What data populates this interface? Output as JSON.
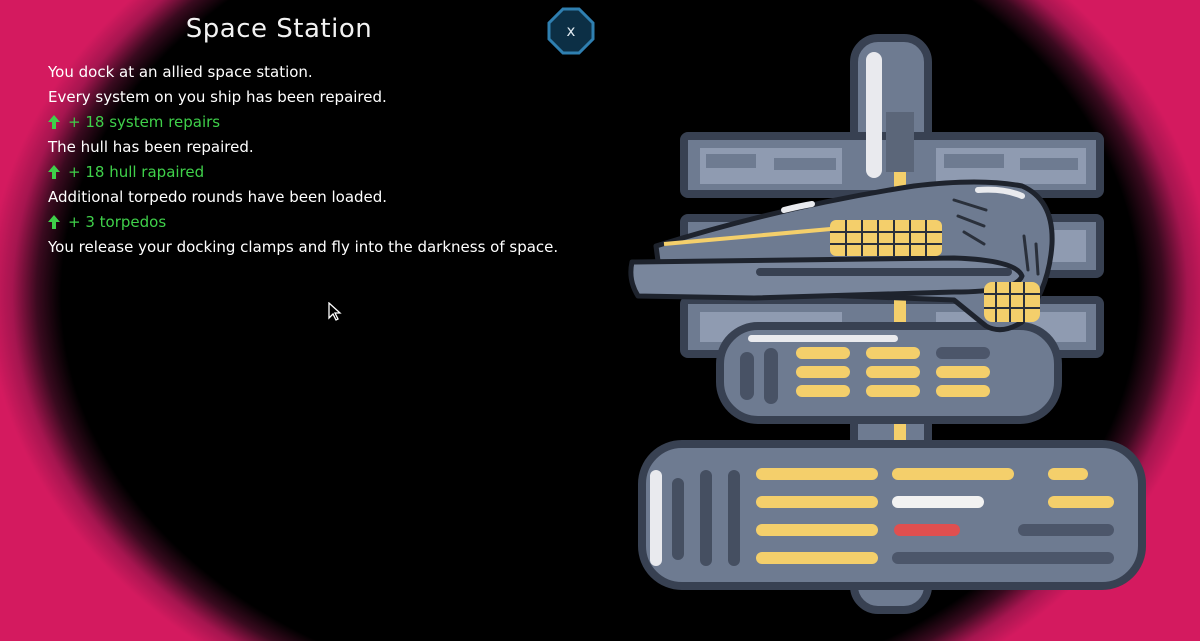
{
  "event": {
    "title": "Space Station",
    "close_label": "x"
  },
  "log": [
    {
      "kind": "text",
      "text": "You dock at an allied space station."
    },
    {
      "kind": "text",
      "text": "Every system on you ship has been repaired."
    },
    {
      "kind": "gain",
      "text": "+ 18 system repairs"
    },
    {
      "kind": "text",
      "text": "The hull has been repaired."
    },
    {
      "kind": "gain",
      "text": "+ 18 hull rapaired"
    },
    {
      "kind": "text",
      "text": "Additional torpedo rounds have been loaded."
    },
    {
      "kind": "gain",
      "text": "+ 3 torpedos"
    },
    {
      "kind": "text",
      "text": "You release your docking clamps and fly into the darkness of space."
    }
  ],
  "icons": {
    "close": "close-icon",
    "gain": "arrow-up-icon",
    "illustration": "space-station-illustration",
    "cursor": "mouse-cursor-icon"
  },
  "colors": {
    "gain": "#3fd04a",
    "border": "#d41a5f",
    "station": "#6e7b91",
    "accent": "#f4cf6b"
  }
}
